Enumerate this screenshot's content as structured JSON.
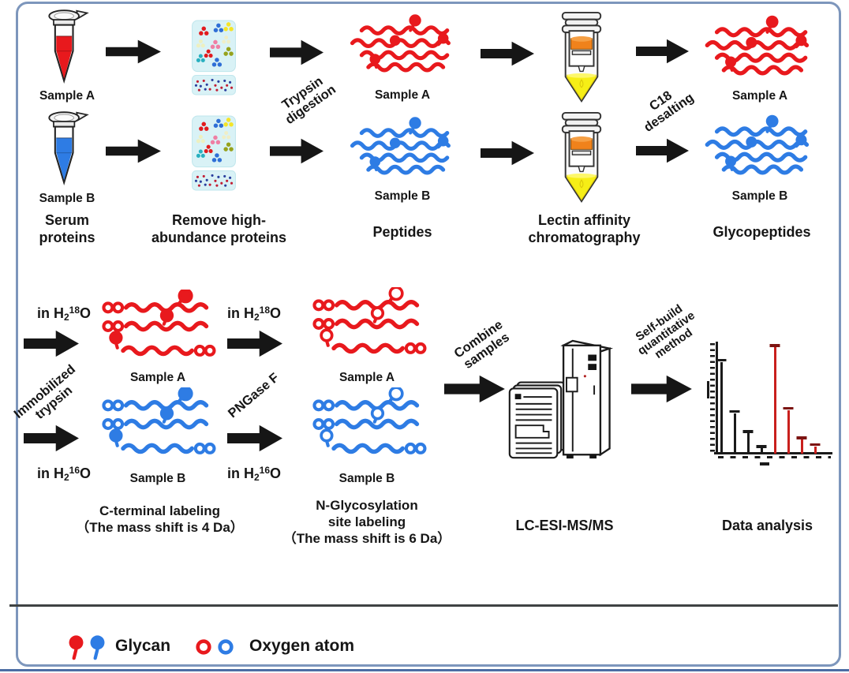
{
  "colors": {
    "sample_a": "#e8191d",
    "sample_b": "#2e7ce4",
    "arrow": "#161616",
    "panel_border": "#7d96bc",
    "bottom_rule": "#4c6da4",
    "divider": "#3f4243",
    "vial_fill": "#d9f2f6",
    "resin": "#f0821b",
    "eluate": "#f6ee16",
    "spectrum_red": "#c9201d"
  },
  "top_row": {
    "serum": {
      "tube_a_label": "Sample A",
      "tube_b_label": "Sample B",
      "caption_line1": "Serum",
      "caption_line2": "proteins"
    },
    "deplete": {
      "caption_line1": "Remove high-",
      "caption_line2": "abundance proteins"
    },
    "trypsin_arrow": {
      "line1": "Trypsin",
      "line2": "digestion"
    },
    "peptides": {
      "sample_a_label": "Sample A",
      "sample_b_label": "Sample B",
      "caption": "Peptides"
    },
    "lectin": {
      "caption_line1": "Lectin affinity",
      "caption_line2": "chromatography"
    },
    "c18_arrow": {
      "line1": "C18",
      "line2": "desalting"
    },
    "glycopeptides": {
      "sample_a_label": "Sample A",
      "sample_b_label": "Sample B",
      "caption": "Glycopeptides"
    }
  },
  "bottom_row": {
    "h2_18o": {
      "pre": "in H",
      "sub": "2",
      "sup": "18",
      "post": "O"
    },
    "h2_16o": {
      "pre": "in H",
      "sub": "2",
      "sup": "16",
      "post": "O"
    },
    "immobilized_arrow": {
      "line1": "Immobilized",
      "line2": "trypsin"
    },
    "cterm": {
      "sample_a_label": "Sample A",
      "sample_b_label": "Sample B",
      "caption_line1": "C-terminal labeling",
      "caption_line2": "（The mass shift is 4 Da）"
    },
    "pngase_arrow": {
      "label": "PNGase F"
    },
    "nglyc": {
      "sample_a_label": "Sample A",
      "sample_b_label": "Sample B",
      "caption_line1": "N-Glycosylation",
      "caption_line2": "site labeling",
      "caption_line3": "（The mass shift is 6 Da）"
    },
    "combine_arrow": {
      "line1": "Combine",
      "line2": "samples"
    },
    "ms": {
      "caption": "LC-ESI-MS/MS"
    },
    "quant_arrow": {
      "line1": "Self-build",
      "line2": "quantitative",
      "line3": "method"
    },
    "analysis": {
      "caption": "Data analysis"
    }
  },
  "legend": {
    "glycan_label": "Glycan",
    "oxygen_label": "Oxygen atom"
  },
  "spectrum": {
    "type": "bar",
    "peaks": [
      {
        "color": "black",
        "height_pct": 86
      },
      {
        "color": "black",
        "height_pct": 38
      },
      {
        "color": "black",
        "height_pct": 19
      },
      {
        "color": "black",
        "height_pct": 5
      },
      {
        "color": "red",
        "height_pct": 100
      },
      {
        "color": "red",
        "height_pct": 41
      },
      {
        "color": "red",
        "height_pct": 13
      },
      {
        "color": "red",
        "height_pct": 7
      }
    ]
  }
}
